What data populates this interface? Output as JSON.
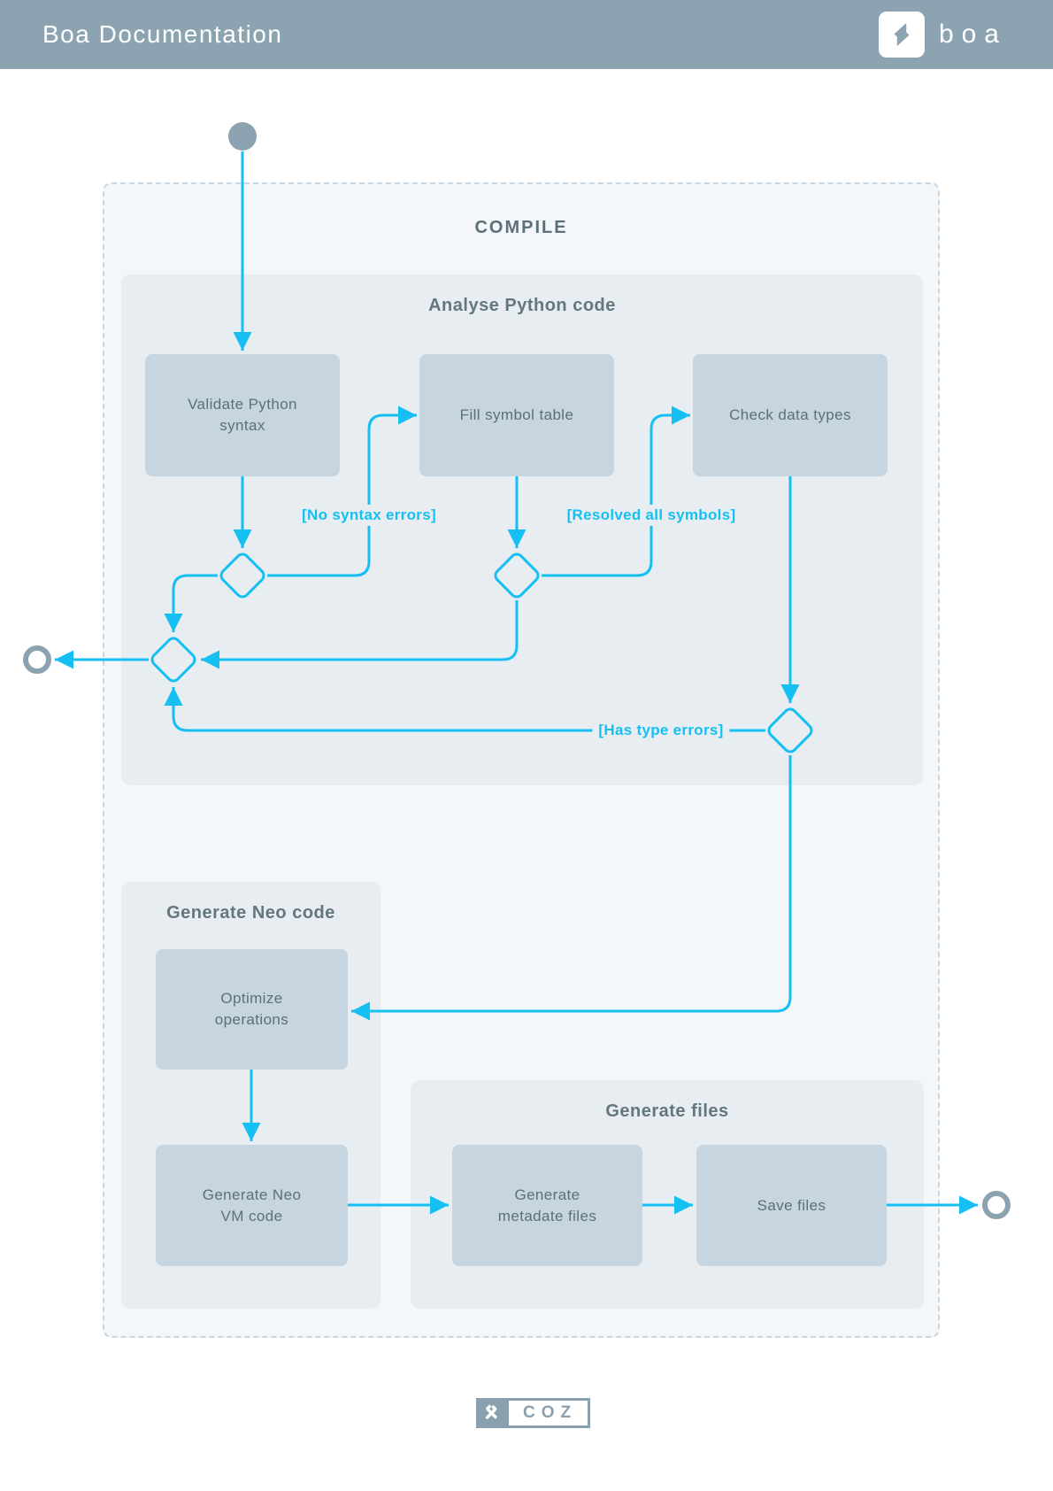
{
  "header": {
    "title": "Boa Documentation",
    "brand": "boa"
  },
  "diagram": {
    "compile_label": "COMPILE",
    "sections": {
      "analyse": "Analyse Python code",
      "generate_neo": "Generate Neo code",
      "generate_files": "Generate files"
    },
    "nodes": {
      "validate": "Validate Python\nsyntax",
      "fill_symbols": "Fill symbol table",
      "check_types": "Check data types",
      "optimize": "Optimize\noperations",
      "generate_vm": "Generate Neo\nVM code",
      "generate_metadata": "Generate\nmetadate files",
      "save_files": "Save files"
    },
    "edge_labels": {
      "no_syntax_errors": "[No syntax errors]",
      "resolved_symbols": "[Resolved all symbols]",
      "has_type_errors": "[Has type errors]"
    }
  },
  "footer": {
    "brand": "COZ"
  },
  "colors": {
    "accent": "#16BFF2",
    "header_bg": "#8CA3B2",
    "terminal_node": "#8CA2B1",
    "box_fill": "#C6D5DF",
    "section_bg": "#E8EDF2",
    "container_bg": "#F4F7FA",
    "text": "#5D7078"
  }
}
